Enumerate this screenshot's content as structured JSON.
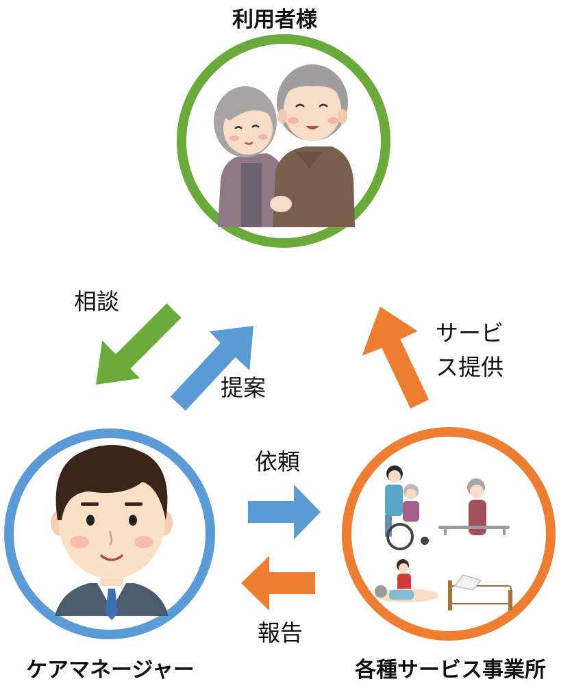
{
  "nodes": {
    "user": {
      "title": "利用者様",
      "icon": "elderly-couple-icon",
      "ring_color": "#6aaa3a"
    },
    "care_manager": {
      "title": "ケアマネージャー",
      "icon": "care-manager-man-icon",
      "ring_color": "#5b9bd5"
    },
    "providers": {
      "title": "各種サービス事業所",
      "icon": "care-services-icon",
      "ring_color": "#ed7d31"
    }
  },
  "arrows": {
    "consult": {
      "label": "相談",
      "color": "#6aaa3a"
    },
    "propose": {
      "label": "提案",
      "color": "#5b9bd5"
    },
    "service": {
      "label_line1": "サービ",
      "label_line2": "ス提供",
      "color": "#ed7d31"
    },
    "request": {
      "label": "依頼",
      "color": "#5b9bd5"
    },
    "report": {
      "label": "報告",
      "color": "#ed7d31"
    }
  }
}
